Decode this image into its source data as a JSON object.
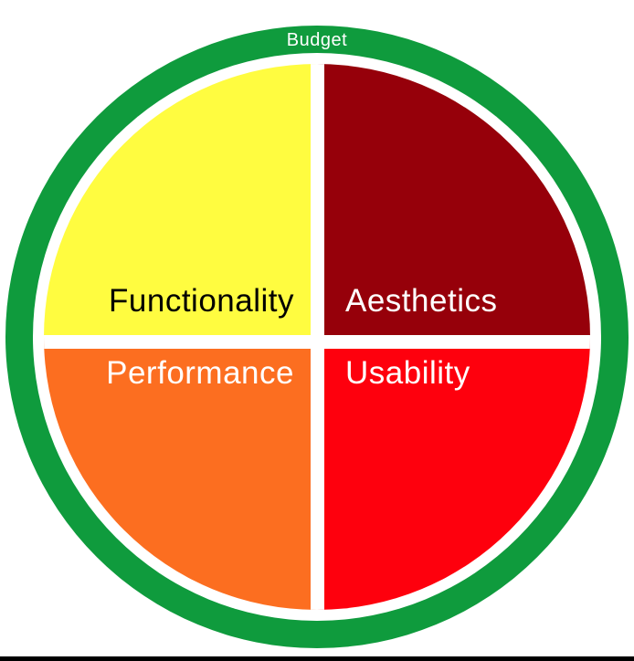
{
  "diagram": {
    "title": "Budget",
    "ring_color": "#0f9b3d",
    "background_color": "#ffffff",
    "divider_color": "#ffffff",
    "bottom_rule_color": "#000000",
    "quadrants": [
      {
        "id": "functionality",
        "label": "Functionality",
        "position": "top-left",
        "color": "#fffc40",
        "text_color": "#000000"
      },
      {
        "id": "aesthetics",
        "label": "Aesthetics",
        "position": "top-right",
        "color": "#96000a",
        "text_color": "#ffffff"
      },
      {
        "id": "performance",
        "label": "Performance",
        "position": "bottom-left",
        "color": "#fc6e20",
        "text_color": "#ffffff"
      },
      {
        "id": "usability",
        "label": "Usability",
        "position": "bottom-right",
        "color": "#fe000d",
        "text_color": "#ffffff"
      }
    ]
  }
}
